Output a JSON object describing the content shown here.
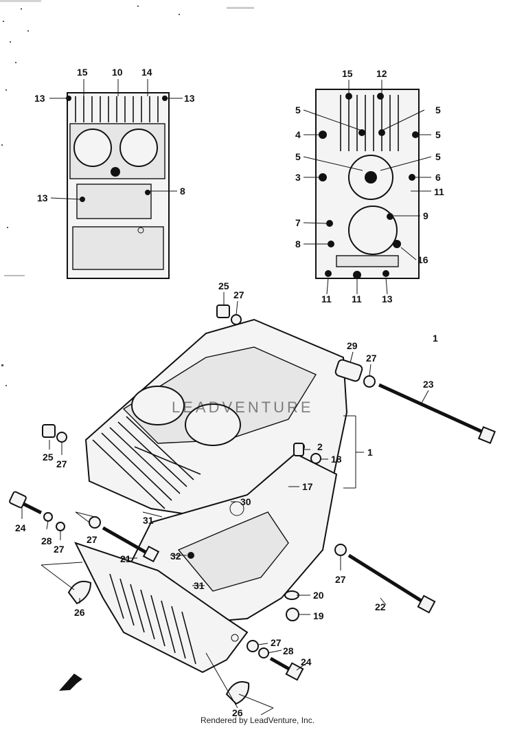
{
  "footer": "Rendered by LeadVenture, Inc.",
  "watermark": "LEADVENTURE",
  "callouts": {
    "c1": "1",
    "c1b": "1",
    "c2": "2",
    "c3": "3",
    "c4": "4",
    "c5a": "5",
    "c5b": "5",
    "c5c": "5",
    "c5d": "5",
    "c5e": "5",
    "c6": "6",
    "c7": "7",
    "c8a": "8",
    "c8b": "8",
    "c9": "9",
    "c10": "10",
    "c11a": "11",
    "c11b": "11",
    "c11c": "11",
    "c12": "12",
    "c13a": "13",
    "c13b": "13",
    "c13c": "13",
    "c13d": "13",
    "c14": "14",
    "c15a": "15",
    "c15b": "15",
    "c16": "16",
    "c17": "17",
    "c18": "18",
    "c19": "19",
    "c20": "20",
    "c21": "21",
    "c22": "22",
    "c23": "23",
    "c24a": "24",
    "c24b": "24",
    "c25a": "25",
    "c25b": "25",
    "c26a": "26",
    "c26b": "26",
    "c27a": "27",
    "c27b": "27",
    "c27c": "27",
    "c27d": "27",
    "c27e": "27",
    "c27f": "27",
    "c28a": "28",
    "c28b": "28",
    "c29": "29",
    "c30": "30",
    "c31a": "31",
    "c31b": "31",
    "c32": "32"
  }
}
